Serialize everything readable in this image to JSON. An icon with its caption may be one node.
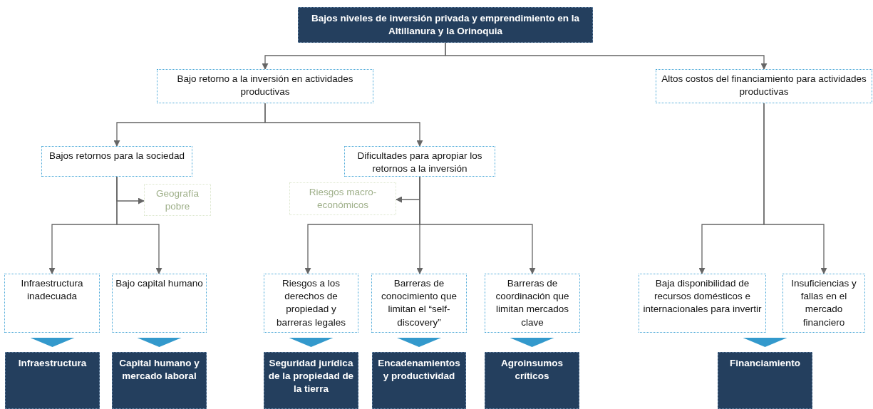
{
  "diagram": {
    "nodes": [
      {
        "text": [
          "Bajos niveles de inversión privada y emprendimiento en la Altillanura y la Orinoquia"
        ]
      },
      {
        "text": [
          "Bajo retorno a la inversión en actividades productivas"
        ]
      },
      {
        "text": [
          "Altos costos del financiamiento para actividades productivas"
        ]
      },
      {
        "text": [
          "Bajos retornos para la sociedad"
        ]
      },
      {
        "text": [
          "Dificultades para apropiar los retornos a la inversión"
        ]
      },
      {
        "text": [
          "Geografía pobre"
        ]
      },
      {
        "text": [
          "Riesgos macro-económicos"
        ]
      },
      {
        "text": [
          "Infraestructura inadecuada"
        ]
      },
      {
        "text": [
          "Bajo capital humano"
        ]
      },
      {
        "text": [
          "Riesgos a los derechos de propiedad y barreras legales"
        ]
      },
      {
        "text": [
          "Barreras de conocimiento que limitan el “self-discovery”"
        ]
      },
      {
        "text": [
          "Barreras de coordinación que limitan mercados clave"
        ]
      },
      {
        "text": [
          "Baja disponibilidad de recursos domésticos e internacionales para invertir"
        ]
      },
      {
        "text": [
          "Insuficiencias y fallas en el mercado financiero"
        ]
      },
      {
        "text": [
          "Infraestructura"
        ]
      },
      {
        "text": [
          "Capital humano y mercado laboral"
        ]
      },
      {
        "text": [
          "Seguridad jurídica de la propiedad de la tierra"
        ]
      },
      {
        "text": [
          "Encadenamientos y productividad"
        ]
      },
      {
        "text": [
          "Agroinsumos críticos"
        ]
      },
      {
        "text": [
          "Financiamiento"
        ]
      }
    ],
    "edges": [
      {
        "from": 0,
        "to": 1,
        "arrow": "to"
      },
      {
        "from": 0,
        "to": 2,
        "arrow": "to"
      },
      {
        "from": 1,
        "to": 3,
        "arrow": "to"
      },
      {
        "from": 1,
        "to": 4,
        "arrow": "to"
      },
      {
        "from": 3,
        "to": 5,
        "arrow": "to"
      },
      {
        "from": 3,
        "to": 7,
        "arrow": "to"
      },
      {
        "from": 3,
        "to": 8,
        "arrow": "to"
      },
      {
        "from": 4,
        "to": 6,
        "arrow": "to"
      },
      {
        "from": 4,
        "to": 9,
        "arrow": "to"
      },
      {
        "from": 4,
        "to": 10,
        "arrow": "to"
      },
      {
        "from": 4,
        "to": 11,
        "arrow": "to"
      },
      {
        "from": 2,
        "to": 12,
        "arrow": "to"
      },
      {
        "from": 2,
        "to": 13,
        "arrow": "to"
      },
      {
        "from": 7,
        "to": 14,
        "arrow": "to",
        "color": "#3399cc"
      },
      {
        "from": 8,
        "to": 15,
        "arrow": "to",
        "color": "#3399cc"
      },
      {
        "from": 9,
        "to": 16,
        "arrow": "to",
        "color": "#3399cc"
      },
      {
        "from": 10,
        "to": 17,
        "arrow": "to",
        "color": "#3399cc"
      },
      {
        "from": 11,
        "to": 18,
        "arrow": "to",
        "color": "#3399cc"
      },
      {
        "from": 12,
        "to": 19,
        "arrow": "to",
        "color": "#3399cc"
      }
    ]
  }
}
